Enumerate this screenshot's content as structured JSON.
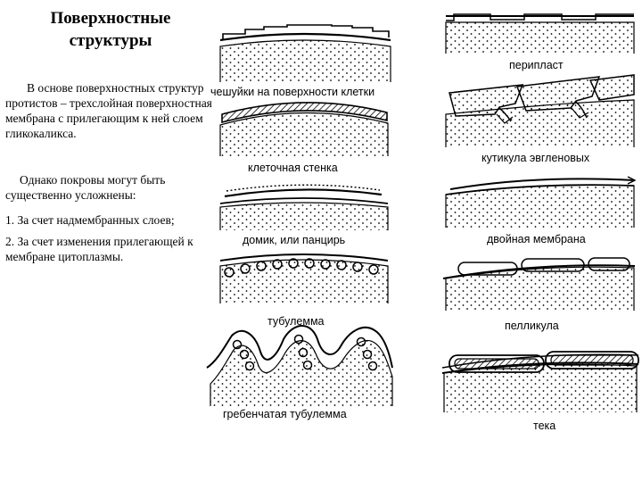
{
  "title": "Поверхностные\nструктуры",
  "text": {
    "paragraph1": "В основе поверхностных структур протистов – трехслойная поверхностная мембрана с прилегающим к ней слоем гликокаликса.",
    "paragraph2": "Однако покровы могут быть существенно усложнены:",
    "item1": "1. За счет надмембранных слоев;",
    "item2": "2. За счет изменения прилегающей к мембране цитоплазмы."
  },
  "labels": {
    "scales": "чешуйки на поверхности клетки",
    "cell_wall": "клеточная стенка",
    "house": "домик, или панцирь",
    "tubulemma": "тубулемма",
    "comb_tubulemma": "гребенчатая тубулемма",
    "periplast": "перипласт",
    "euglena_cuticle": "кутикула эвгленовых",
    "double_membrane": "двойная мембрана",
    "pellicle": "пелликула",
    "theca": "тека"
  }
}
